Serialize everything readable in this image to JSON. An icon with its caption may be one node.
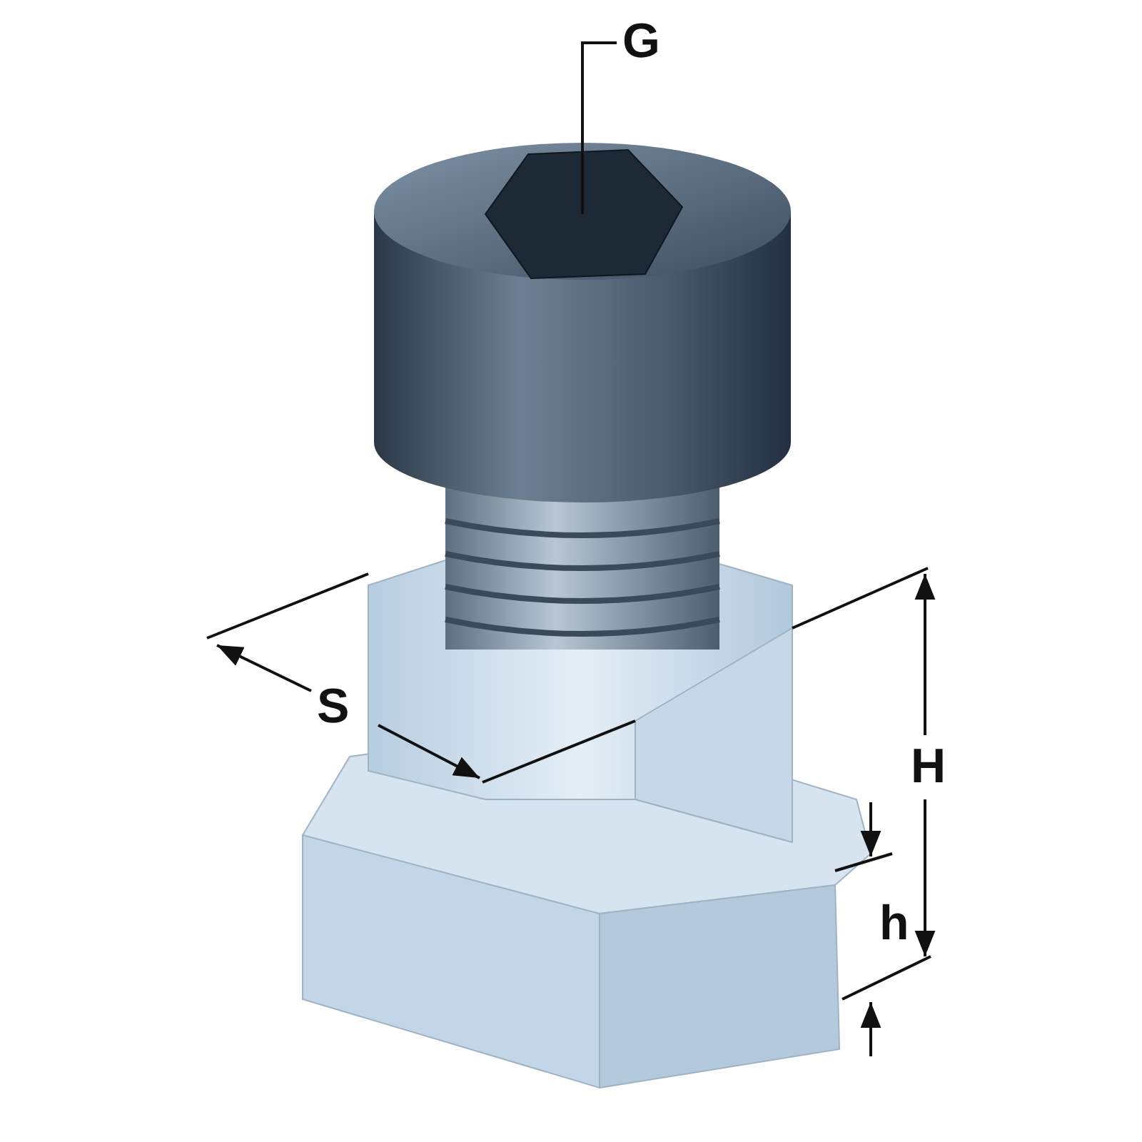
{
  "diagram": {
    "nodes": [
      {
        "text": [
          "G"
        ]
      },
      {
        "text": [],
        "shape": "picture"
      }
    ],
    "edges": [
      {
        "from": 0,
        "to": 1,
        "arrow": "none"
      }
    ],
    "labels": [
      "S",
      "H",
      "h"
    ]
  }
}
